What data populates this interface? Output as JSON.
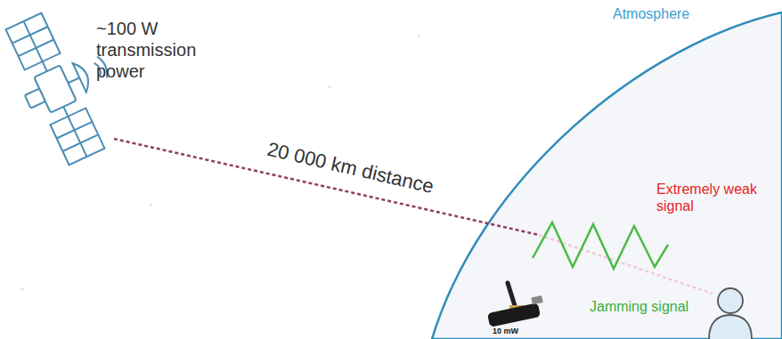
{
  "diagram": {
    "labels": [
      "~100 W transmission power",
      "20 000 km distance",
      "Atmosphere",
      "Extremely weak signal",
      "Jamming signal",
      "10 mW"
    ]
  }
}
